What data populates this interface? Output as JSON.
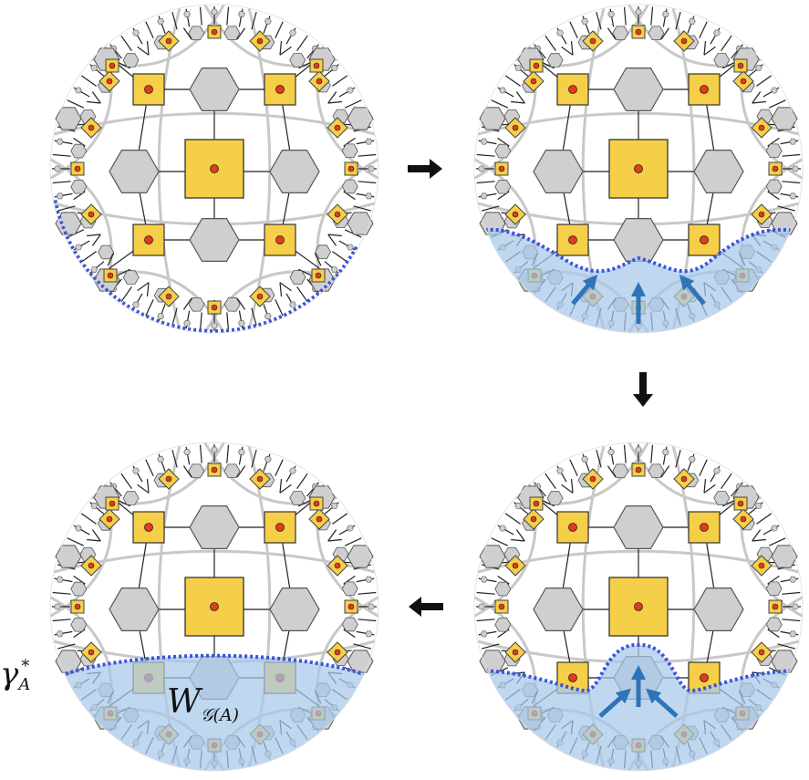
{
  "labels": {
    "gamma_symbol": "γ",
    "gamma_sub": "A",
    "gamma_sup": "*",
    "w_symbol": "W",
    "w_sub": "𝒢(A)"
  },
  "colors": {
    "square_fill": "#f6cf48",
    "hexagon_fill": "#cfcfcf",
    "dot_fill": "#e23b1e",
    "region_fill": "#a8c8ea",
    "cut_line": "#3a55d8",
    "arrow_blue": "#2f74b8",
    "arrow_black": "#111111",
    "geodesic_grey": "#c8c8c8"
  },
  "panels": [
    {
      "id": "top-left",
      "stage": 1,
      "region": "none"
    },
    {
      "id": "top-right",
      "stage": 2,
      "region": "scalloped"
    },
    {
      "id": "bottom-right",
      "stage": 3,
      "region": "bulge"
    },
    {
      "id": "bottom-left",
      "stage": 4,
      "region": "cap"
    }
  ],
  "flow_arrows": [
    {
      "from": "top-left",
      "to": "top-right",
      "direction": "right"
    },
    {
      "from": "top-right",
      "to": "bottom-right",
      "direction": "down"
    },
    {
      "from": "bottom-right",
      "to": "bottom-left",
      "direction": "left"
    }
  ]
}
